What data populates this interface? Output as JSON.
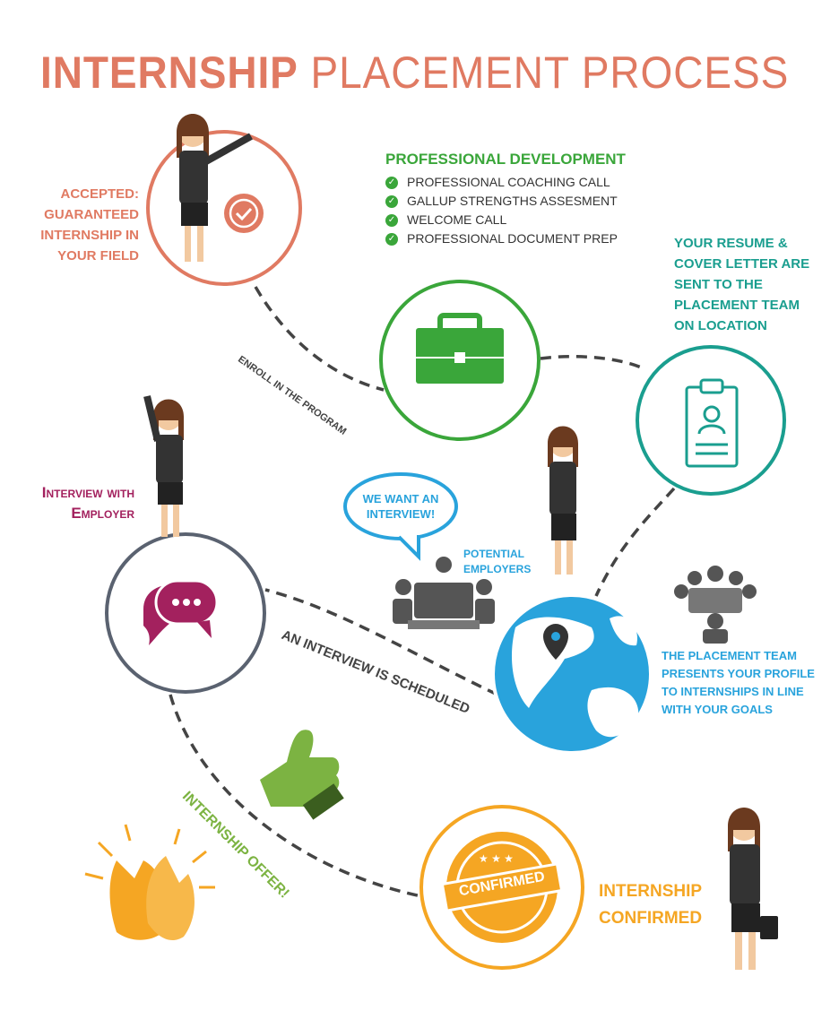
{
  "title": {
    "bold": "INTERNSHIP",
    "rest": "PLACEMENT PROCESS"
  },
  "colors": {
    "title": "#e07a62",
    "accepted": "#e07a62",
    "development": "#3aa63a",
    "resume": "#1a9e8f",
    "interview": "#a3215e",
    "placement": "#29a3dc",
    "confirmed": "#f5a623",
    "dash": "#444444"
  },
  "steps": {
    "accepted": {
      "label": "ACCEPTED: GUARANTEED INTERNSHIP IN YOUR FIELD",
      "icon": "check-badge-icon"
    },
    "development": {
      "heading": "PROFESSIONAL DEVELOPMENT",
      "items": [
        "PROFESSIONAL COACHING CALL",
        "GALLUP STRENGTHS ASSESMENT",
        "WELCOME CALL",
        "PROFESSIONAL DOCUMENT PREP"
      ],
      "icon": "briefcase-icon"
    },
    "resume": {
      "label": "YOUR RESUME & COVER LETTER ARE SENT TO THE PLACEMENT TEAM ON LOCATION",
      "icon": "clipboard-profile-icon"
    },
    "interview": {
      "label": "Interview with Employer",
      "icon": "chat-bubbles-icon"
    },
    "placement": {
      "label": "THE PLACEMENT TEAM PRESENTS YOUR PROFILE TO INTERNSHIPS IN LINE WITH YOUR GOALS",
      "icon": "globe-pin-icon"
    },
    "confirmed": {
      "label": "INTERNSHIP CONFIRMED",
      "stamp": "CONFIRMED",
      "icon": "confirmed-stamp-icon"
    }
  },
  "connectors": {
    "enroll": "ENROLL IN THE PROGRAM",
    "scheduled": "AN INTERVIEW IS SCHEDULED",
    "offer": "INTERNSHIP OFFER!"
  },
  "speech_bubble": "WE WANT AN INTERVIEW!",
  "potential_employers": "POTENTIAL EMPLOYERS"
}
